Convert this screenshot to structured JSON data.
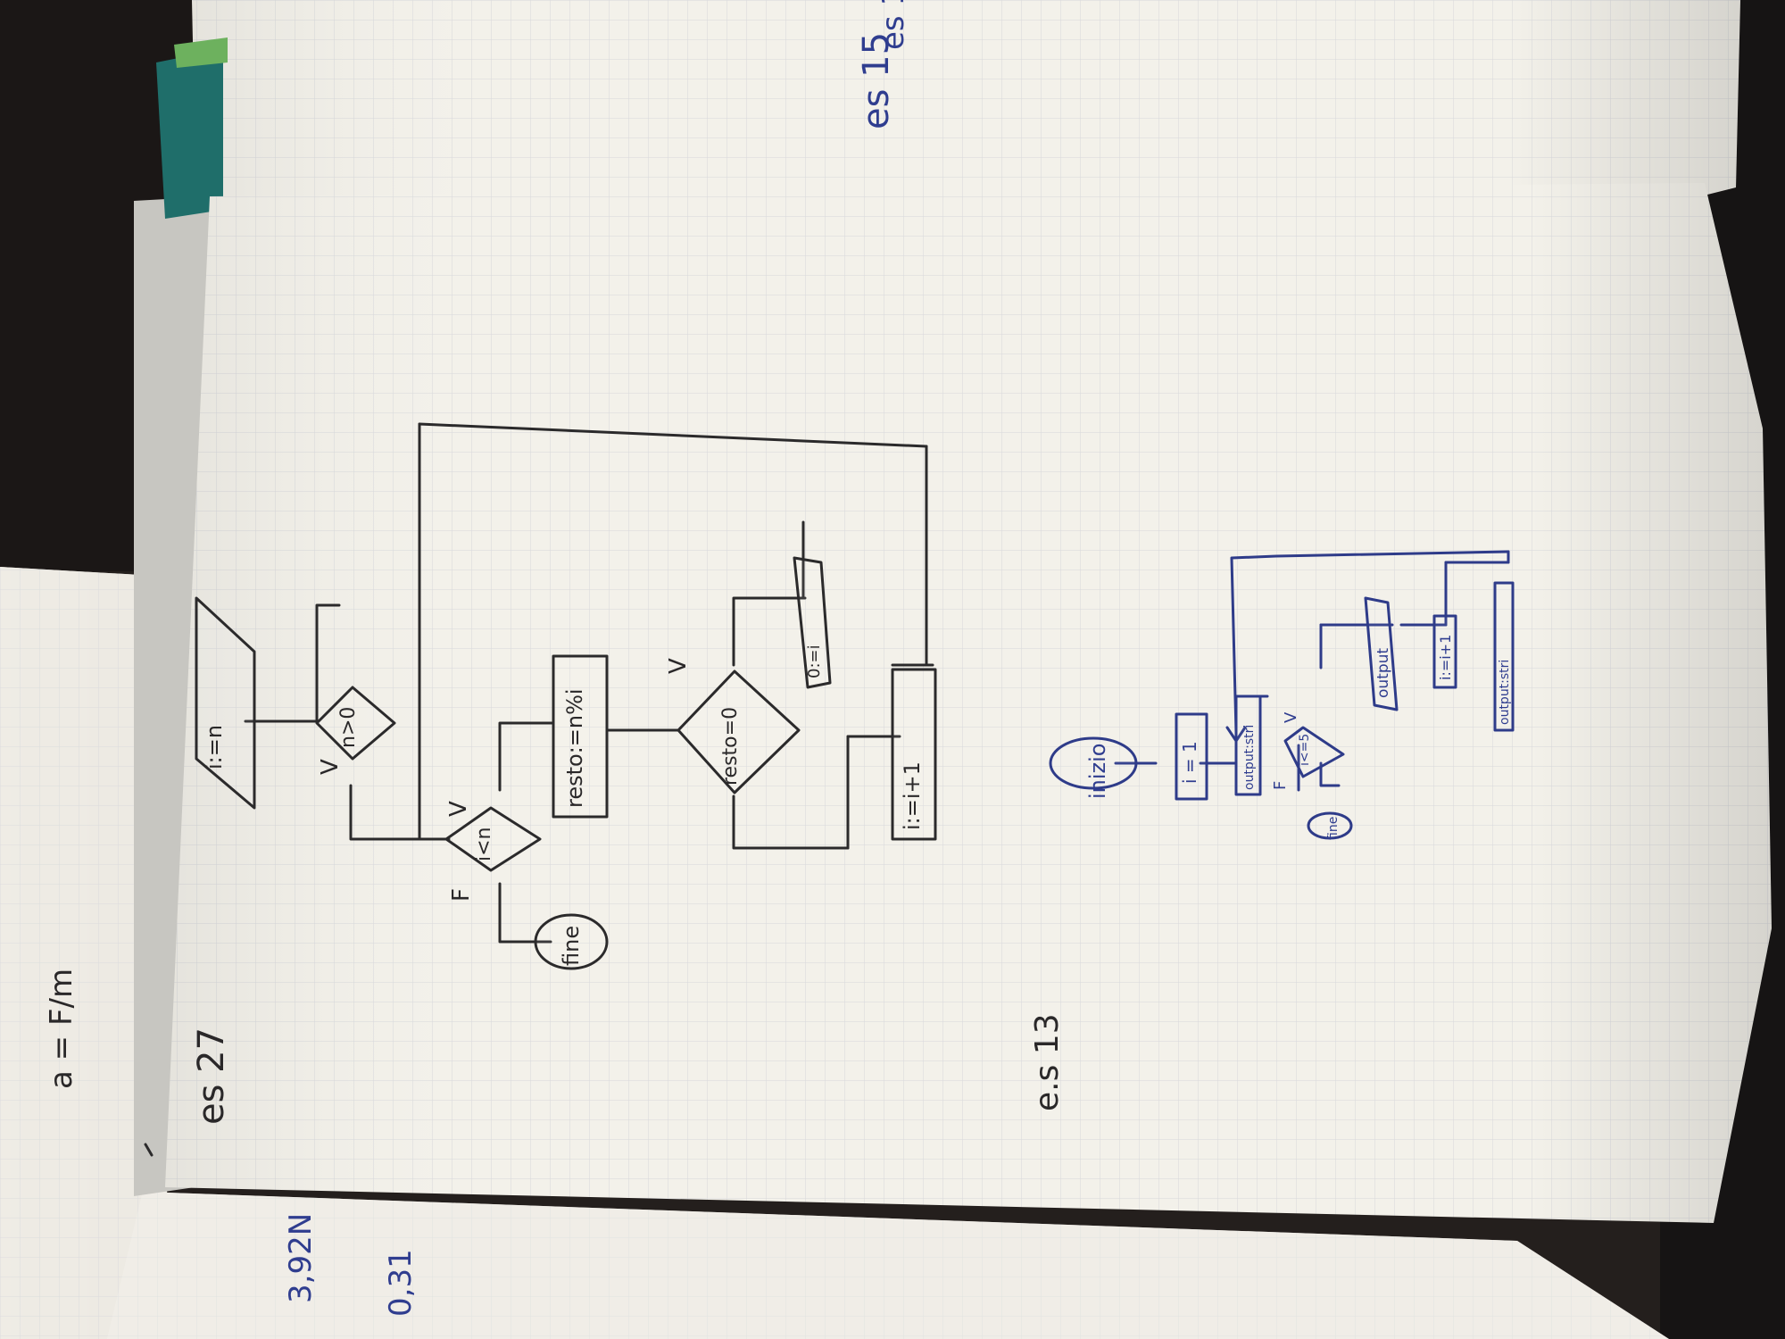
{
  "scene": {
    "accent_ink_dark": "#2b2a2b",
    "accent_ink_blue": "#2e3b89",
    "paper_color": "#f3f1ea",
    "grid_color": "#d7d8db"
  },
  "page_notes": {
    "left_formula": "a = F/m",
    "left_exercise": "es 27",
    "left_exercise_2": "e.s 13",
    "top_right_label": "es 15",
    "top_right_label_2": "es 1",
    "bottom_left_number": "3,92N",
    "bottom_left_number_2": "0,31"
  },
  "flowchart_dark": {
    "input_label": "i:=n",
    "decision_1": "n>0",
    "true_label_1": "V",
    "decision_2": "i<n",
    "true_label_2": "V",
    "false_label_2": "F",
    "process_1": "resto:=n%i",
    "decision_3": "resto=0",
    "true_label_3": "V",
    "output_label": "0:=i",
    "process_2": "i:=i+1",
    "end_label": "fine"
  },
  "flowchart_blue": {
    "start_label": "inizio",
    "process_1": "i = 1",
    "process_2": "output:stri",
    "decision_1": "i<=5",
    "true_label": "V",
    "false_label": "F",
    "end_label": "fine",
    "output_label": "output",
    "process_3": "i:=i+1",
    "process_4": "output:stri"
  }
}
